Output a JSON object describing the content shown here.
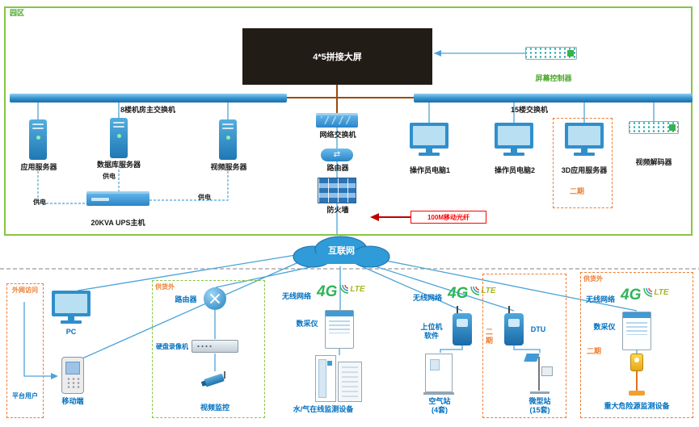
{
  "campus": {
    "label": "园区",
    "big_screen": "4*5拼接大屏",
    "screen_controller": "屏幕控制器",
    "switch_8f": "8楼机房主交换机",
    "switch_15f": "15楼交换机",
    "core_switch": "网络交换机",
    "core_router": "路由器",
    "firewall": "防火墙",
    "server_app": "应用服务器",
    "server_db": "数据库服务器",
    "server_video": "视频服务器",
    "ups": "20KVA UPS主机",
    "power": "供电",
    "pc1": "操作员电脑1",
    "pc2": "操作员电脑2",
    "server_3d": "3D应用服务器",
    "decoder": "视频解码器",
    "phase2": "二期",
    "fiber": "100M移动光纤"
  },
  "internet": {
    "label": "互联网"
  },
  "ext_access": {
    "box": "外网访问",
    "user": "平台用户",
    "pc": "PC",
    "mobile": "移动端"
  },
  "video_group": {
    "box": "供货外",
    "router": "路由器",
    "dvr": "硬盘录像机",
    "camera": "视频监控"
  },
  "water_group": {
    "wireless": "无线网络",
    "g4": "4G",
    "lte": "LTE",
    "collector": "数采仪",
    "device": "水/气在线监测设备"
  },
  "air_group": {
    "wireless": "无线网络",
    "g4": "4G",
    "lte": "LTE",
    "host_sw": "上位机\n软件",
    "dtu": "DTU",
    "phase2": "二期",
    "air_station": "空气站\n(4套)",
    "micro_station": "微型站\n(15套)"
  },
  "hazard_group": {
    "box": "供货外",
    "wireless": "无线网络",
    "g4": "4G",
    "lte": "LTE",
    "collector": "数采仪",
    "phase2": "二期",
    "device": "重大危险源监测设备"
  }
}
